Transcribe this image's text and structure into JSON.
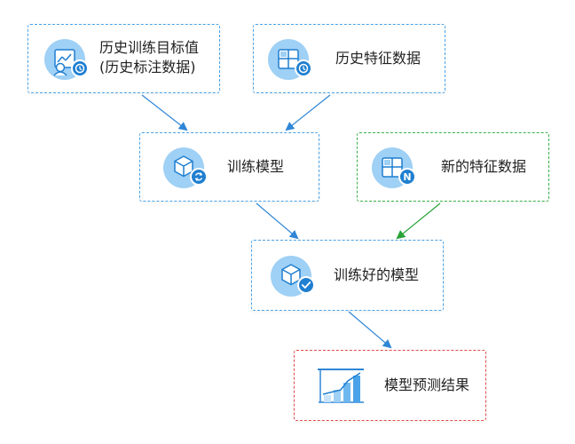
{
  "nodes": {
    "history_target": {
      "line1": "历史训练目标值",
      "line2": "(历史标注数据)"
    },
    "history_features": {
      "label": "历史特征数据"
    },
    "train_model": {
      "label": "训练模型"
    },
    "new_features": {
      "label": "新的特征数据"
    },
    "trained_model": {
      "label": "训练好的模型"
    },
    "prediction": {
      "label": "模型预测结果"
    }
  },
  "badges": {
    "new_features_badge": "N"
  },
  "colors": {
    "blue_border": "#4aa3e8",
    "green_border": "#3bb24a",
    "red_border": "#e24a4a",
    "blue_arrow": "#2f86d6",
    "green_arrow": "#2aa23a",
    "icon_circle": "#9fd0f5",
    "icon_badge": "#1f7fd1"
  }
}
